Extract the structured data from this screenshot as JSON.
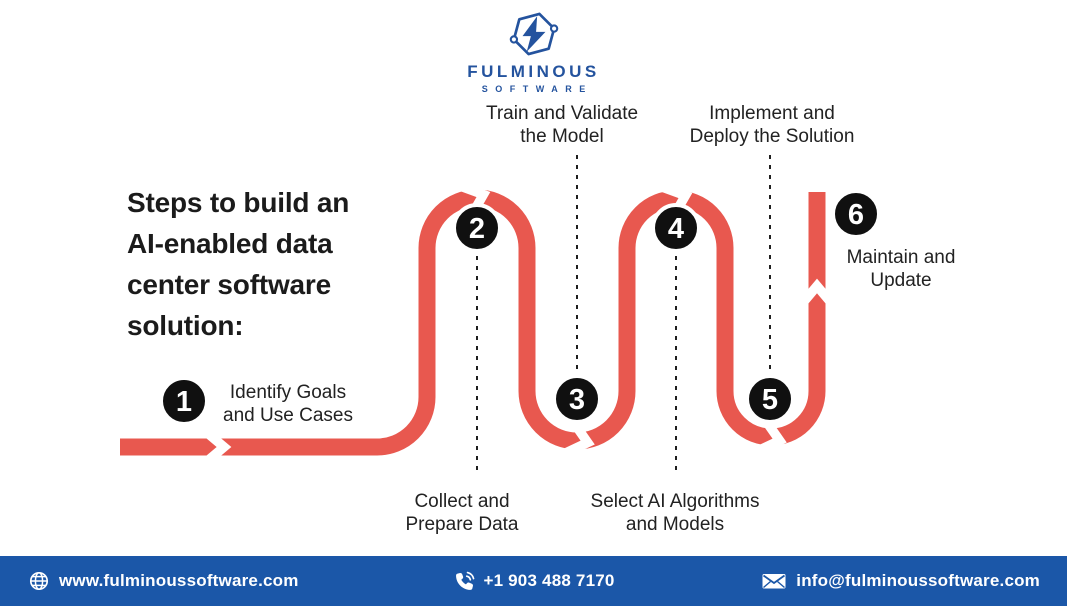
{
  "logo": {
    "name": "FULMINOUS",
    "subtitle": "SOFTWARE",
    "icon": "hexagon-lightning-icon"
  },
  "title": {
    "lines": [
      "Steps to build an",
      "AI-enabled data",
      "center software",
      "solution:"
    ]
  },
  "steps": [
    {
      "number": "1",
      "label": [
        "Identify Goals",
        "and Use Cases"
      ]
    },
    {
      "number": "2",
      "label": [
        "Collect and",
        "Prepare Data"
      ]
    },
    {
      "number": "3",
      "label": [
        "Train and Validate",
        "the Model"
      ]
    },
    {
      "number": "4",
      "label": [
        "Select AI Algorithms",
        "and Models"
      ]
    },
    {
      "number": "5",
      "label": [
        "Implement and",
        "Deploy the Solution"
      ]
    },
    {
      "number": "6",
      "label": [
        "Maintain and",
        "Update"
      ]
    }
  ],
  "footer": {
    "website": "www.fulminoussoftware.com",
    "phone": "+1 903 488 7170",
    "email": "info@fulminoussoftware.com",
    "icons": [
      "globe-icon",
      "phone-icon",
      "envelope-icon"
    ]
  },
  "colors": {
    "path_red": "#E8584F",
    "circle_black": "#101010",
    "text_dark": "#1b1b1b",
    "footer_blue": "#1B57A8",
    "logo_blue": "#24539E",
    "dash_black": "#1f1f1f"
  }
}
